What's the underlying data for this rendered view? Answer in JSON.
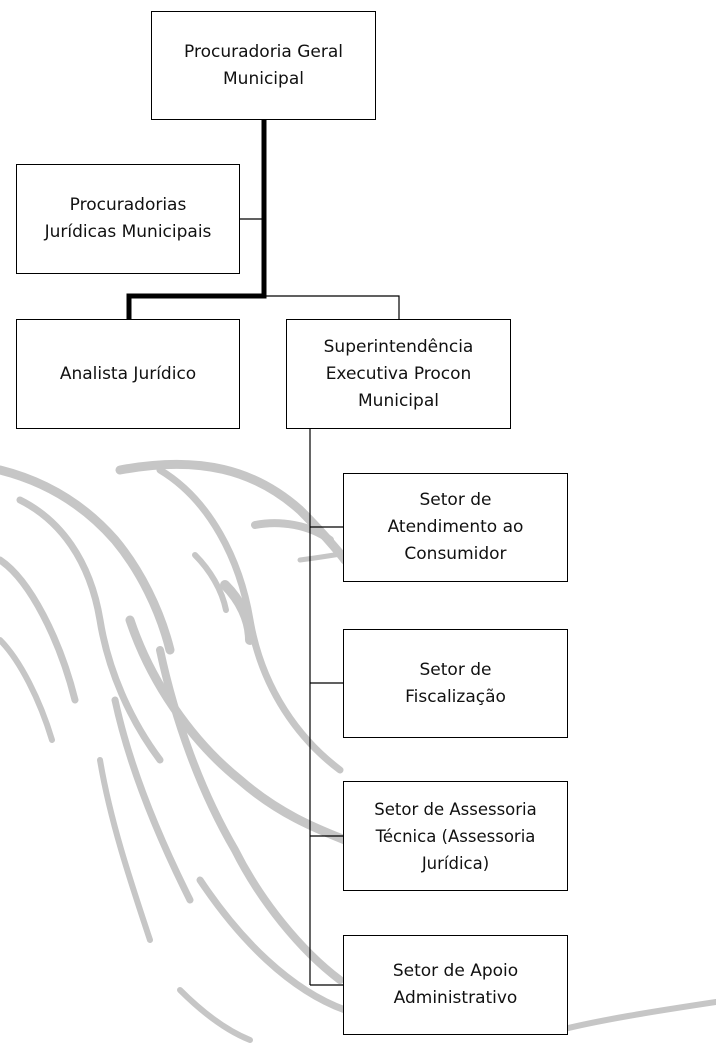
{
  "diagram": {
    "type": "org-chart",
    "nodes": {
      "pgm": "Procuradoria Geral\nMunicipal",
      "pjm": "Procuradorias\nJurídicas Municipais",
      "aj": "Analista Jurídico",
      "sepm": "Superintendência\nExecutiva Procon\nMunicipal",
      "sac": "Setor de\nAtendimento ao\nConsumidor",
      "sf": "Setor de\nFiscalização",
      "sat": "Setor de Assessoria\nTécnica (Assessoria\nJurídica)",
      "saa": "Setor de Apoio\nAdministrativo"
    },
    "edges": [
      {
        "from": "pgm",
        "to": "pjm",
        "style": "thin"
      },
      {
        "from": "pgm",
        "to": "aj",
        "style": "thick"
      },
      {
        "from": "pgm",
        "to": "sepm",
        "style": "thin"
      },
      {
        "from": "sepm",
        "to": "sac",
        "style": "thin"
      },
      {
        "from": "sepm",
        "to": "sf",
        "style": "thin"
      },
      {
        "from": "sepm",
        "to": "sat",
        "style": "thin"
      },
      {
        "from": "sepm",
        "to": "saa",
        "style": "thin"
      }
    ],
    "line_color": "#000000",
    "watermark_color": "#c6c6c6"
  }
}
